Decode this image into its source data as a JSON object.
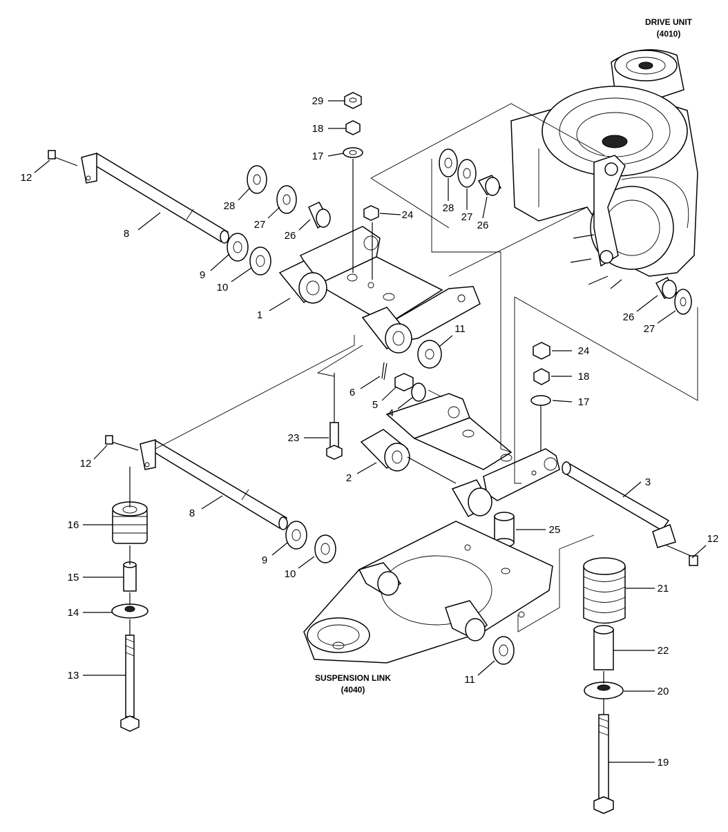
{
  "captions": {
    "drive_unit": [
      "DRIVE UNIT",
      "(4010)"
    ],
    "suspension_link": [
      "SUSPENSION LINK",
      "(4040)"
    ]
  },
  "callouts": [
    {
      "id": "29",
      "label": "29"
    },
    {
      "id": "18a",
      "label": "18"
    },
    {
      "id": "17a",
      "label": "17"
    },
    {
      "id": "12a",
      "label": "12"
    },
    {
      "id": "28a",
      "label": "28"
    },
    {
      "id": "27a",
      "label": "27"
    },
    {
      "id": "26a",
      "label": "26"
    },
    {
      "id": "8a",
      "label": "8"
    },
    {
      "id": "9a",
      "label": "9"
    },
    {
      "id": "10a",
      "label": "10"
    },
    {
      "id": "1",
      "label": "1"
    },
    {
      "id": "24a",
      "label": "24"
    },
    {
      "id": "28b",
      "label": "28"
    },
    {
      "id": "27b",
      "label": "27"
    },
    {
      "id": "26b",
      "label": "26"
    },
    {
      "id": "26c",
      "label": "26"
    },
    {
      "id": "27c",
      "label": "27"
    },
    {
      "id": "11a",
      "label": "11"
    },
    {
      "id": "6",
      "label": "6"
    },
    {
      "id": "5",
      "label": "5"
    },
    {
      "id": "4",
      "label": "4"
    },
    {
      "id": "24b",
      "label": "24"
    },
    {
      "id": "18b",
      "label": "18"
    },
    {
      "id": "17b",
      "label": "17"
    },
    {
      "id": "23",
      "label": "23"
    },
    {
      "id": "12b",
      "label": "12"
    },
    {
      "id": "2",
      "label": "2"
    },
    {
      "id": "3",
      "label": "3"
    },
    {
      "id": "12c",
      "label": "12"
    },
    {
      "id": "16",
      "label": "16"
    },
    {
      "id": "8b",
      "label": "8"
    },
    {
      "id": "25",
      "label": "25"
    },
    {
      "id": "9b",
      "label": "9"
    },
    {
      "id": "10b",
      "label": "10"
    },
    {
      "id": "15",
      "label": "15"
    },
    {
      "id": "21",
      "label": "21"
    },
    {
      "id": "14",
      "label": "14"
    },
    {
      "id": "22",
      "label": "22"
    },
    {
      "id": "13",
      "label": "13"
    },
    {
      "id": "11b",
      "label": "11"
    },
    {
      "id": "20",
      "label": "20"
    },
    {
      "id": "19",
      "label": "19"
    }
  ]
}
